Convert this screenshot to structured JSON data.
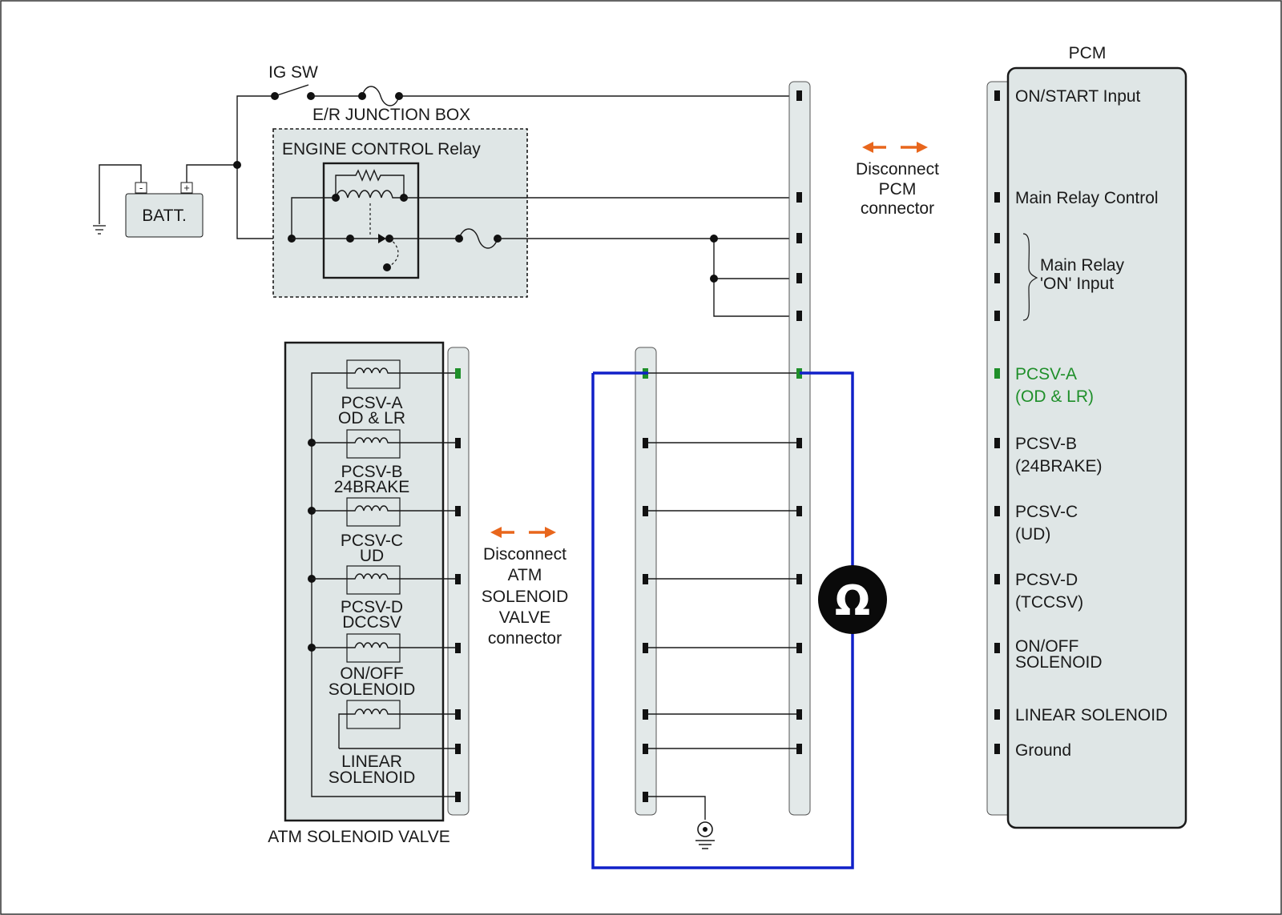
{
  "power": {
    "ig_sw": "IG SW",
    "junction_box": "E/R JUNCTION BOX",
    "relay_title": "ENGINE CONTROL Relay",
    "battery": "BATT.",
    "battery_neg": "-",
    "battery_pos": "+"
  },
  "pcm": {
    "title": "PCM",
    "pins": [
      "ON/START Input",
      "Main Relay Control"
    ],
    "main_relay_on_input": [
      "Main Relay",
      "'ON' Input"
    ],
    "pcsv_a": [
      "PCSV-A",
      "(OD & LR)"
    ],
    "pcsv_b": [
      "PCSV-B",
      "(24BRAKE)"
    ],
    "pcsv_c": [
      "PCSV-C",
      "(UD)"
    ],
    "pcsv_d": [
      "PCSV-D",
      "(TCCSV)"
    ],
    "on_off": [
      "ON/OFF",
      "SOLENOID"
    ],
    "linear": "LINEAR SOLENOID",
    "ground": "Ground"
  },
  "pcm_disconnect": [
    "Disconnect",
    "PCM",
    "connector"
  ],
  "atm_disconnect": [
    "Disconnect",
    "ATM",
    "SOLENOID",
    "VALVE",
    "connector"
  ],
  "atm": {
    "title": "ATM SOLENOID VALVE",
    "solenoids": [
      [
        "PCSV-A",
        "OD & LR"
      ],
      [
        "PCSV-B",
        "24BRAKE"
      ],
      [
        "PCSV-C",
        "UD"
      ],
      [
        "PCSV-D",
        "DCCSV"
      ],
      [
        "ON/OFF",
        "SOLENOID"
      ],
      [
        "LINEAR",
        "SOLENOID"
      ]
    ]
  },
  "meter": {
    "symbol": "Ω"
  },
  "colors": {
    "highlight": "#1f8f2a",
    "meter_lead": "#1020c8",
    "arrow": "#e8661c"
  }
}
